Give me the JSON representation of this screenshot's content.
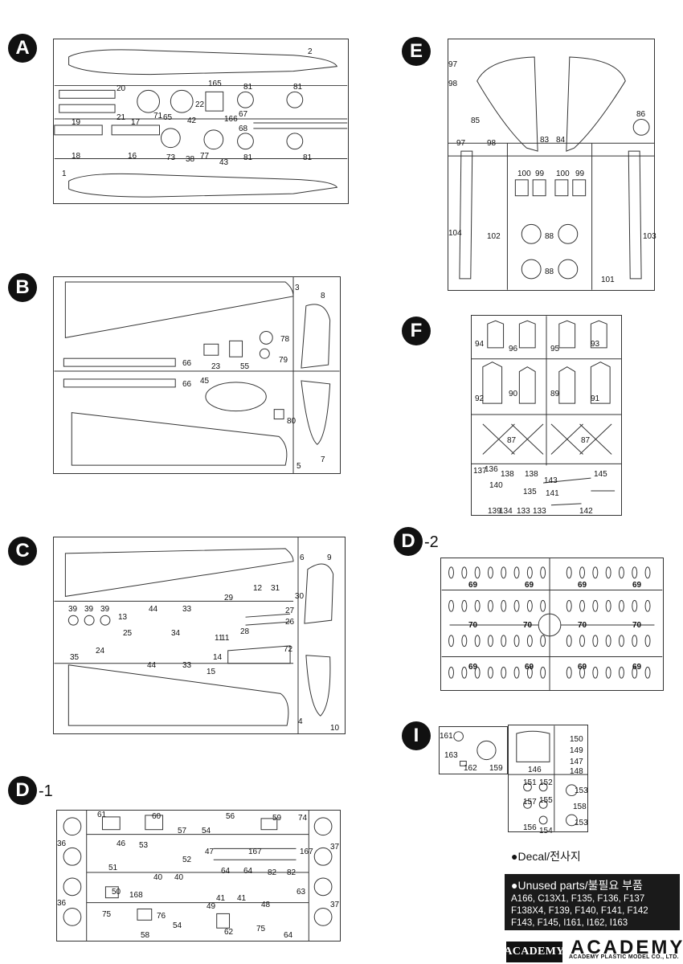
{
  "badges": {
    "A": "A",
    "B": "B",
    "C": "C",
    "D1": "D",
    "D1_suffix": "-1",
    "D2": "D",
    "D2_suffix": "-2",
    "E": "E",
    "F": "F",
    "I": "I"
  },
  "sprue_A": {
    "labels": [
      "2",
      "20",
      "21",
      "17",
      "71",
      "65",
      "22",
      "165",
      "81",
      "81",
      "19",
      "18",
      "16",
      "73",
      "42",
      "38",
      "166",
      "67",
      "68",
      "77",
      "43",
      "81",
      "81",
      "1"
    ]
  },
  "sprue_B": {
    "labels": [
      "3",
      "8",
      "66",
      "66",
      "23",
      "55",
      "78",
      "79",
      "45",
      "80",
      "5",
      "7"
    ]
  },
  "sprue_C": {
    "labels": [
      "6",
      "9",
      "39",
      "39",
      "39",
      "44",
      "33",
      "29",
      "12",
      "31",
      "30",
      "13",
      "25",
      "24",
      "34",
      "27",
      "26",
      "35",
      "44",
      "33",
      "11",
      "11",
      "28",
      "14",
      "72",
      "15",
      "4",
      "10"
    ]
  },
  "sprue_D1": {
    "labels": [
      "61",
      "60",
      "56",
      "59",
      "74",
      "36",
      "37",
      "57",
      "54",
      "46",
      "53",
      "51",
      "52",
      "47",
      "167",
      "167",
      "50",
      "40",
      "40",
      "168",
      "64",
      "64",
      "82",
      "82",
      "36",
      "63",
      "37",
      "75",
      "76",
      "41",
      "41",
      "48",
      "58",
      "54",
      "49",
      "62",
      "75",
      "64"
    ]
  },
  "sprue_D2": {
    "labels": [
      "69",
      "69",
      "69",
      "69",
      "70",
      "70",
      "70",
      "70",
      "69",
      "69",
      "69",
      "69"
    ]
  },
  "sprue_E": {
    "labels": [
      "97",
      "98",
      "85",
      "86",
      "97",
      "98",
      "83",
      "84",
      "100",
      "99",
      "100",
      "99",
      "104",
      "102",
      "88",
      "88",
      "103",
      "101"
    ]
  },
  "sprue_F": {
    "labels": [
      "94",
      "96",
      "95",
      "93",
      "92",
      "90",
      "89",
      "91",
      "87",
      "87",
      "137",
      "136",
      "138",
      "138",
      "145",
      "143",
      "140",
      "135",
      "141",
      "139",
      "134",
      "133",
      "133",
      "142"
    ]
  },
  "sprue_I": {
    "labels": [
      "161",
      "163",
      "162",
      "159",
      "150",
      "149",
      "147",
      "148",
      "146",
      "151",
      "152",
      "153",
      "157",
      "155",
      "158",
      "156",
      "154",
      "153"
    ]
  },
  "legend": {
    "decal": "●Decal/전사지",
    "unused_title": "●Unused parts/불필요 부품",
    "unused_lines": [
      "A166, C13X1, F135, F136, F137",
      "F138X4, F139, F140, F141, F142",
      "F143, F145,  I161, I162, I163"
    ]
  },
  "brand": {
    "box": "ACADEMY",
    "word": "ACADEMY",
    "sub": "ACADEMY PLASTIC MODEL CO., LTD."
  }
}
